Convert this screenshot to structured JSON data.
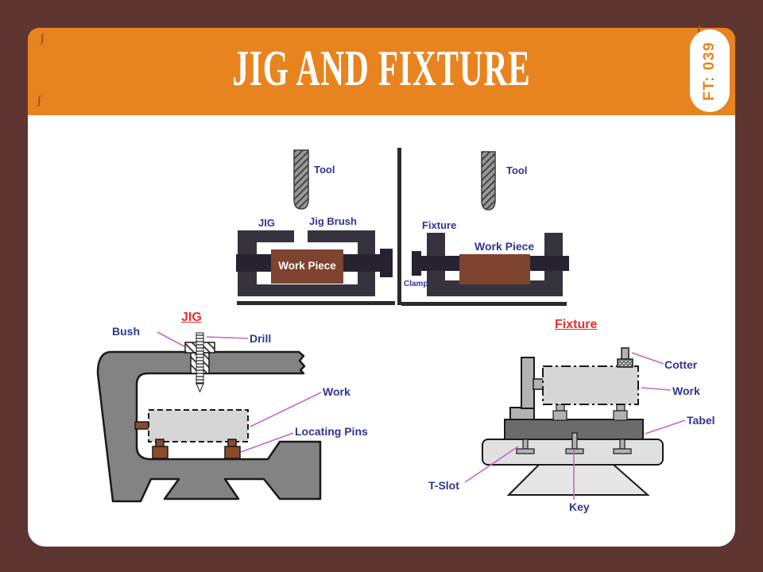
{
  "header": {
    "title": "JIG AND FIXTURE",
    "badge": "FT: 039"
  },
  "diagrams": {
    "top_left": {
      "tool": "Tool",
      "jig": "JIG",
      "jig_brush": "Jig Brush",
      "work_piece": "Work Piece"
    },
    "top_right": {
      "tool": "Tool",
      "fixture": "Fixture",
      "work_piece": "Work Piece",
      "clamp": "Clamp"
    },
    "bottom_left": {
      "title": "JIG",
      "bush": "Bush",
      "drill": "Drill",
      "work": "Work",
      "locating_pins": "Locating Pins"
    },
    "bottom_right": {
      "title": "Fixture",
      "cotter": "Cotter",
      "work": "Work",
      "tabel": "Tabel",
      "t_slot": "T-Slot",
      "key": "Key"
    }
  },
  "colors": {
    "frame_brown": "#5e3531",
    "header_orange": "#e8841f",
    "label_navy": "#2e3591",
    "title_red": "#e8302c",
    "leader_pink": "#c767c1",
    "block_dark": "#37333e",
    "bar_dark": "#262230",
    "workpiece_brown": "#7e442f",
    "frame_gray": "#838383",
    "work_light_gray": "#d6d6d6"
  }
}
